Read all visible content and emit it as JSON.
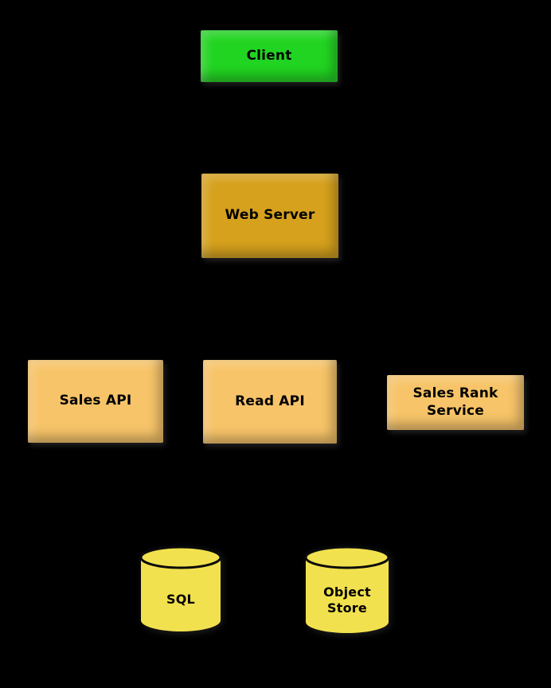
{
  "canvas": {
    "background": "#000000"
  },
  "diagram": {
    "type": "architecture-diagram",
    "nodes": [
      {
        "id": "client",
        "label": "Client",
        "shape": "box",
        "fill": "#22d422"
      },
      {
        "id": "web-server",
        "label": "Web Server",
        "shape": "box",
        "fill": "#d6a11d"
      },
      {
        "id": "sales-api",
        "label": "Sales API",
        "shape": "box",
        "fill": "#f7c469"
      },
      {
        "id": "read-api",
        "label": "Read API",
        "shape": "box",
        "fill": "#f7c469"
      },
      {
        "id": "sales-rank-service",
        "label": "Sales Rank Service",
        "shape": "box",
        "fill": "#f7c469"
      },
      {
        "id": "sql-database",
        "label": "SQL",
        "shape": "cylinder",
        "fill": "#f2e14e"
      },
      {
        "id": "object-store",
        "label": "Object Store",
        "shape": "cylinder",
        "fill": "#f2e14e"
      }
    ]
  }
}
